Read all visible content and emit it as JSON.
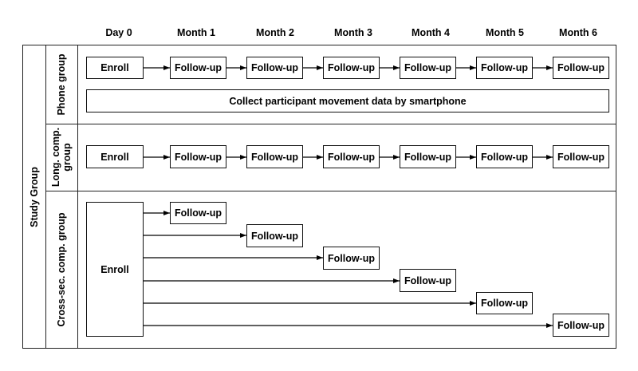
{
  "columns": [
    "Day 0",
    "Month 1",
    "Month 2",
    "Month 3",
    "Month 4",
    "Month 5",
    "Month 6"
  ],
  "study_group_label": "Study Group",
  "groups": {
    "phone": {
      "label": "Phone group",
      "enroll": "Enroll",
      "followups": [
        "Follow-up",
        "Follow-up",
        "Follow-up",
        "Follow-up",
        "Follow-up",
        "Follow-up"
      ],
      "movement_data": "Collect participant movement data by smartphone"
    },
    "longitudinal": {
      "label_line1": "Long. comp.",
      "label_line2": "group",
      "enroll": "Enroll",
      "followups": [
        "Follow-up",
        "Follow-up",
        "Follow-up",
        "Follow-up",
        "Follow-up",
        "Follow-up"
      ]
    },
    "cross_sectional": {
      "label": "Cross-sec. comp. group",
      "enroll": "Enroll",
      "followups": [
        "Follow-up",
        "Follow-up",
        "Follow-up",
        "Follow-up",
        "Follow-up",
        "Follow-up"
      ]
    }
  }
}
